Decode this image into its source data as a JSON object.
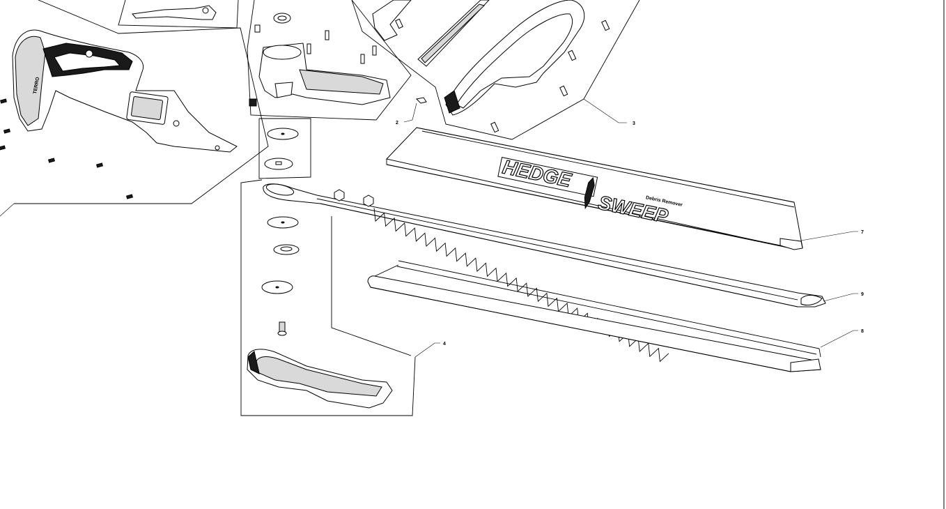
{
  "diagram": {
    "callouts": [
      {
        "id": "2",
        "label": "2"
      },
      {
        "id": "3",
        "label": "3"
      },
      {
        "id": "4",
        "label": "4"
      },
      {
        "id": "7",
        "label": "7"
      },
      {
        "id": "8",
        "label": "8"
      },
      {
        "id": "9",
        "label": "9"
      }
    ],
    "blade_guard": {
      "brand_word_1": "HEDGE",
      "brand_word_2": "SWEEP",
      "brand_subtitle": "Debris Remover"
    },
    "handle_grip_text": "TERRO",
    "colors": {
      "line": "#000000",
      "background": "#ffffff",
      "shade": "#d9d9d9"
    }
  }
}
